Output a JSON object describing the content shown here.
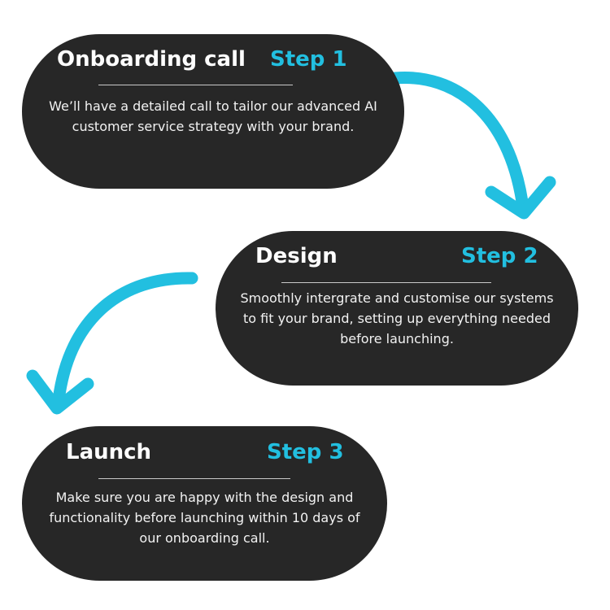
{
  "steps": [
    {
      "title": "Onboarding call",
      "step_label": "Step 1",
      "description": "We’ll have a detailed call to tailor our advanced AI\ncustomer service strategy with your brand."
    },
    {
      "title": "Design",
      "step_label": "Step 2",
      "description": "Smoothly intergrate and customise our systems\nto fit your brand, setting up everything needed\nbefore launching."
    },
    {
      "title": "Launch",
      "step_label": "Step 3",
      "description": "Make sure you are happy with the design and\nfunctionality before launching within 10 days of\nour onboarding call."
    }
  ],
  "colors": {
    "pill_background": "#272727",
    "accent": "#22bfe0",
    "text": "#ffffff"
  }
}
